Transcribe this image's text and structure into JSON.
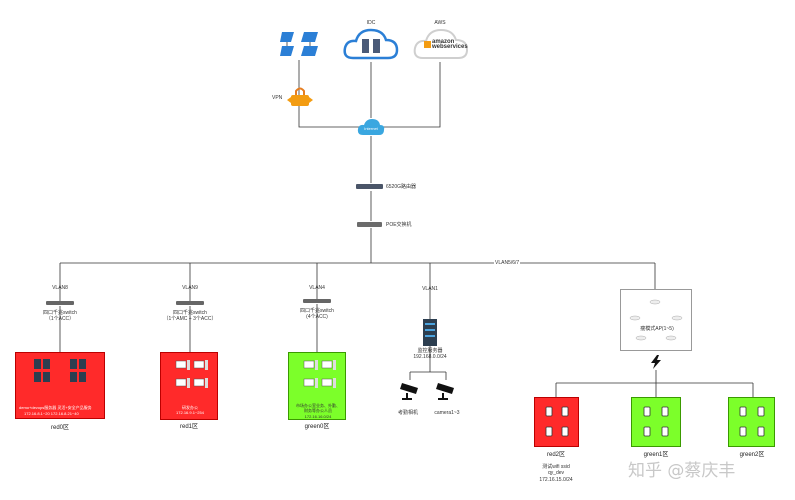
{
  "clouds": {
    "idc": "IDC",
    "aws": "AWS",
    "internet": "Internet",
    "amazon_logo": "amazon webservices"
  },
  "vpn": "VPN",
  "core": {
    "router": "6520G路由器",
    "poe": "POE交换机"
  },
  "trunk": "VLAN5/6/7",
  "vlans": {
    "v8": "VLAN8",
    "v9": "VLAN9",
    "v4": "VLAN4",
    "v1": "VLAN1"
  },
  "switches": {
    "s1": {
      "line1": "四口千兆switch",
      "line2": "（1个ACC）"
    },
    "s2": {
      "line1": "四口千兆switch",
      "line2": "（1个AMC + 3个ACC）"
    },
    "s3": {
      "line1": "四口千兆switch",
      "line2": "(4个ACC)"
    }
  },
  "zones": {
    "red0": {
      "text1": "demo+devops服务器 灵活+安全产品服务",
      "text2": "172.16.8.1~20      172.16.8.21~40",
      "name": "red0区"
    },
    "red1": {
      "text1": "研发办公",
      "text2": "172.16.9.1~254",
      "name": "red1区"
    },
    "green0": {
      "text1": "市场办公室业务、外勤、财务等办公人员",
      "text2": "172.16.16.0/24",
      "name": "green0区"
    },
    "red2": {
      "name": "red2区",
      "t1": "测试wifi ssid",
      "t2": "qy_dev",
      "t3": "172.16.15.0/24"
    },
    "green1": {
      "name": "green1区"
    },
    "green2": {
      "name": "green2区"
    }
  },
  "monitor": {
    "server": "监控服务器",
    "subnet": "192.168.0.0/24",
    "cam1": "考勤相机",
    "cam2": "camera1~3"
  },
  "ap": {
    "label": "瘦模式AP(1~5)"
  },
  "watermark": "知乎 @蔡庆丰",
  "colors": {
    "red": "#ff2a2a",
    "green": "#7cff2a",
    "line": "#333333"
  }
}
